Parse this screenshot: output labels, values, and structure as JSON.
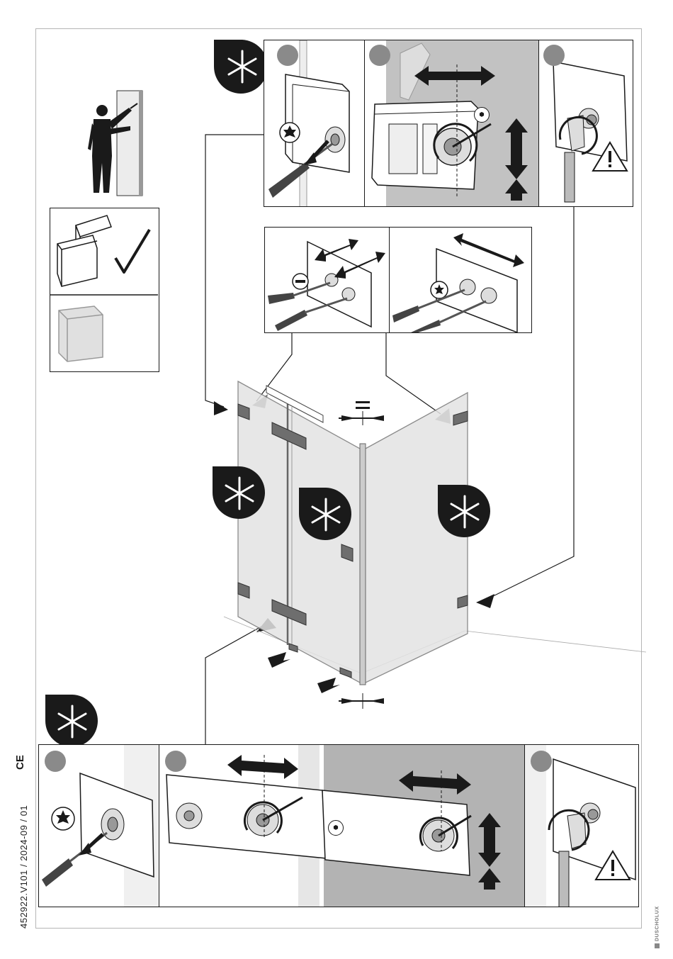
{
  "document": {
    "side_code": "452922.V101 / 2024-09 / 01",
    "ce_mark": "CE",
    "brand": "DUSCHOLUX"
  },
  "symbols": {
    "adjust_icon": "adjust-arrows-icon",
    "warning_icon": "warning-triangle-icon",
    "torx_icon": "torx-icon",
    "hex_icon": "hex-socket-icon",
    "flat_icon": "flat-slot-icon",
    "equal_icon": "equal-sign-icon",
    "checkmark_icon": "checkmark-icon"
  },
  "colors": {
    "ink": "#1a1a1a",
    "step_circle": "#8a8a8a",
    "grey_bg": "#b3b3b3",
    "glass": "#e3e3e3",
    "hardware": "#6e6e6e"
  }
}
